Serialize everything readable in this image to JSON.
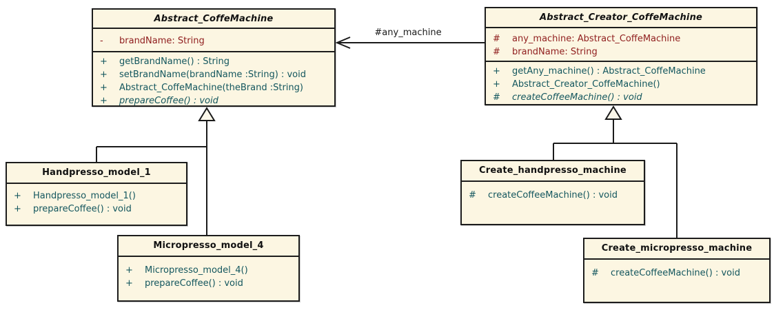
{
  "diagram": {
    "type": "uml-class-diagram",
    "pattern": "Factory Method / coffee machines",
    "colors": {
      "background": "#ffffff",
      "class_fill": "#FCF6E2",
      "class_border": "#1c1c1c",
      "title_text": "#111111",
      "attribute_text": "#8F1D1D",
      "operation_text": "#13565E",
      "connector": "#1a1a1a"
    }
  },
  "classes": [
    {
      "name": "Abstract_CoffeMachine",
      "abstract": true,
      "attributes": [
        {
          "visibility": "-",
          "text": "brandName: String"
        }
      ],
      "methods": [
        {
          "visibility": "+",
          "text": "getBrandName() : String"
        },
        {
          "visibility": "+",
          "text": "setBrandName(brandName :String) : void"
        },
        {
          "visibility": "+",
          "text": "Abstract_CoffeMachine(theBrand :String)"
        },
        {
          "visibility": "+",
          "text": "prepareCoffee() : void",
          "abstract": true
        }
      ]
    },
    {
      "name": "Abstract_Creator_CoffeMachine",
      "abstract": true,
      "attributes": [
        {
          "visibility": "#",
          "text": "any_machine: Abstract_CoffeMachine"
        },
        {
          "visibility": "#",
          "text": "brandName: String"
        }
      ],
      "methods": [
        {
          "visibility": "+",
          "text": "getAny_machine() : Abstract_CoffeMachine"
        },
        {
          "visibility": "+",
          "text": "Abstract_Creator_CoffeMachine()"
        },
        {
          "visibility": "#",
          "text": "createCoffeeMachine() : void",
          "abstract": true
        }
      ]
    },
    {
      "name": "Handpresso_model_1",
      "abstract": false,
      "attributes": [],
      "methods": [
        {
          "visibility": "+",
          "text": "Handpresso_model_1()"
        },
        {
          "visibility": "+",
          "text": "prepareCoffee() : void"
        }
      ]
    },
    {
      "name": "Micropresso_model_4",
      "abstract": false,
      "attributes": [],
      "methods": [
        {
          "visibility": "+",
          "text": "Micropresso_model_4()"
        },
        {
          "visibility": "+",
          "text": "prepareCoffee() : void"
        }
      ]
    },
    {
      "name": "Create_handpresso_machine",
      "abstract": false,
      "attributes": [],
      "methods": [
        {
          "visibility": "#",
          "text": "createCoffeeMachine() : void"
        }
      ]
    },
    {
      "name": "Create_micropresso_machine",
      "abstract": false,
      "attributes": [],
      "methods": [
        {
          "visibility": "#",
          "text": "createCoffeeMachine() : void"
        }
      ]
    }
  ],
  "relationships": [
    {
      "type": "directed-association",
      "from": "Abstract_Creator_CoffeMachine",
      "to": "Abstract_CoffeMachine",
      "label": "#any_machine"
    },
    {
      "type": "generalization",
      "from": "Handpresso_model_1",
      "to": "Abstract_CoffeMachine"
    },
    {
      "type": "generalization",
      "from": "Micropresso_model_4",
      "to": "Abstract_CoffeMachine"
    },
    {
      "type": "generalization",
      "from": "Create_handpresso_machine",
      "to": "Abstract_Creator_CoffeMachine"
    },
    {
      "type": "generalization",
      "from": "Create_micropresso_machine",
      "to": "Abstract_Creator_CoffeMachine"
    }
  ]
}
